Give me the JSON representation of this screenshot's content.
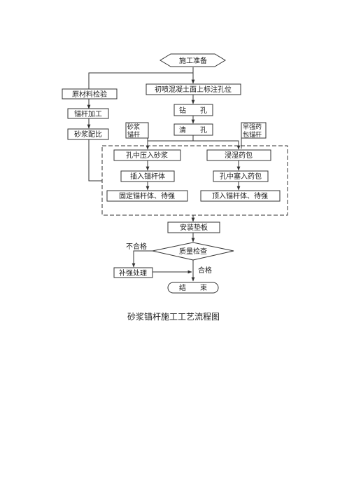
{
  "nodes": {
    "start": "施工准备",
    "raw_material": "原材料检验",
    "bolt_processing": "锚杆加工",
    "mortar_mix": "砂浆配比",
    "mark_holes": "初喷混凝土面上标注孔位",
    "drill": "钻　　孔",
    "clean": "清　　孔",
    "mortar_bolt": [
      "砂浆",
      "锚杆"
    ],
    "early_strength_bolt": [
      "早强药",
      "包锚杆"
    ],
    "press_mortar": "孔中压入砂浆",
    "soak_pack": "浸湿药包",
    "insert_bolt": "插入锚杆体",
    "insert_pack": "孔中塞入药包",
    "fix_bolt": "固定锚杆体、待强",
    "push_bolt": "顶入锚杆体、待强",
    "install_plate": "安装垫板",
    "quality_check": "质量检查",
    "fail_label": "不合格",
    "reinforce": "补强处理",
    "pass_label": "合格",
    "end": "结　　束"
  },
  "caption": "砂浆锚杆施工工艺流程图"
}
